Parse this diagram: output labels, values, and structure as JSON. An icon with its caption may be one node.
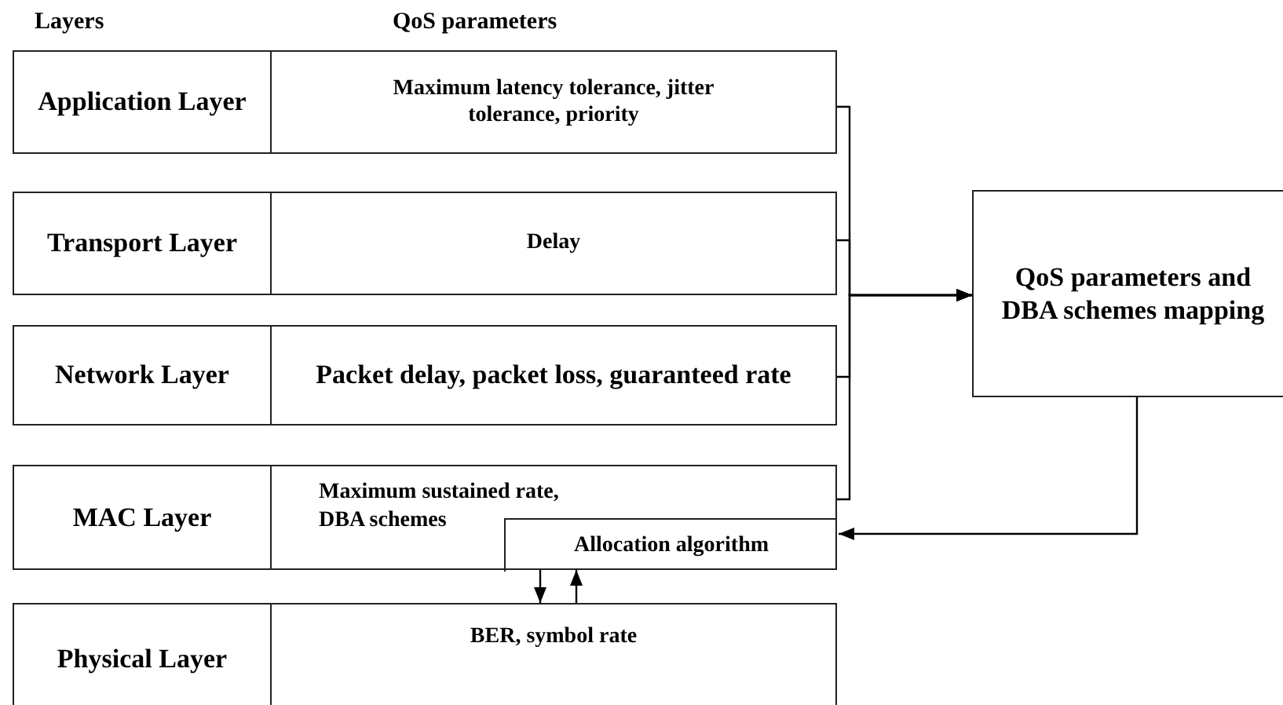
{
  "diagram": {
    "nodes": [
      {
        "text": [
          "Application Layer"
        ]
      },
      {
        "text": [
          "Maximum latency tolerance, jitter tolerance, priority"
        ]
      },
      {
        "text": [
          "Transport Layer"
        ]
      },
      {
        "text": [
          "Delay"
        ]
      },
      {
        "text": [
          "Network Layer"
        ]
      },
      {
        "text": [
          "Packet delay, packet loss, guaranteed rate"
        ]
      },
      {
        "text": [
          "MAC Layer"
        ]
      },
      {
        "text": [
          "Maximum sustained rate, DBA schemes"
        ]
      },
      {
        "text": [
          "Allocation algorithm"
        ],
        "in": 7
      },
      {
        "text": [
          "Physical Layer"
        ]
      },
      {
        "text": [
          "BER, symbol rate"
        ]
      },
      {
        "text": [
          "QoS parameters and DBA schemes mapping"
        ]
      }
    ],
    "edges": [
      {
        "from": 1,
        "to": 11,
        "arrow": "to"
      },
      {
        "from": 3,
        "to": 11,
        "arrow": "to"
      },
      {
        "from": 5,
        "to": 11,
        "arrow": "to"
      },
      {
        "from": 7,
        "to": 11,
        "arrow": "to"
      },
      {
        "from": 11,
        "to": 8,
        "arrow": "to"
      },
      {
        "from": 8,
        "to": 10,
        "arrow": "to"
      },
      {
        "from": 10,
        "to": 8,
        "arrow": "to"
      }
    ],
    "labels": [
      "Layers",
      "QoS parameters"
    ]
  }
}
